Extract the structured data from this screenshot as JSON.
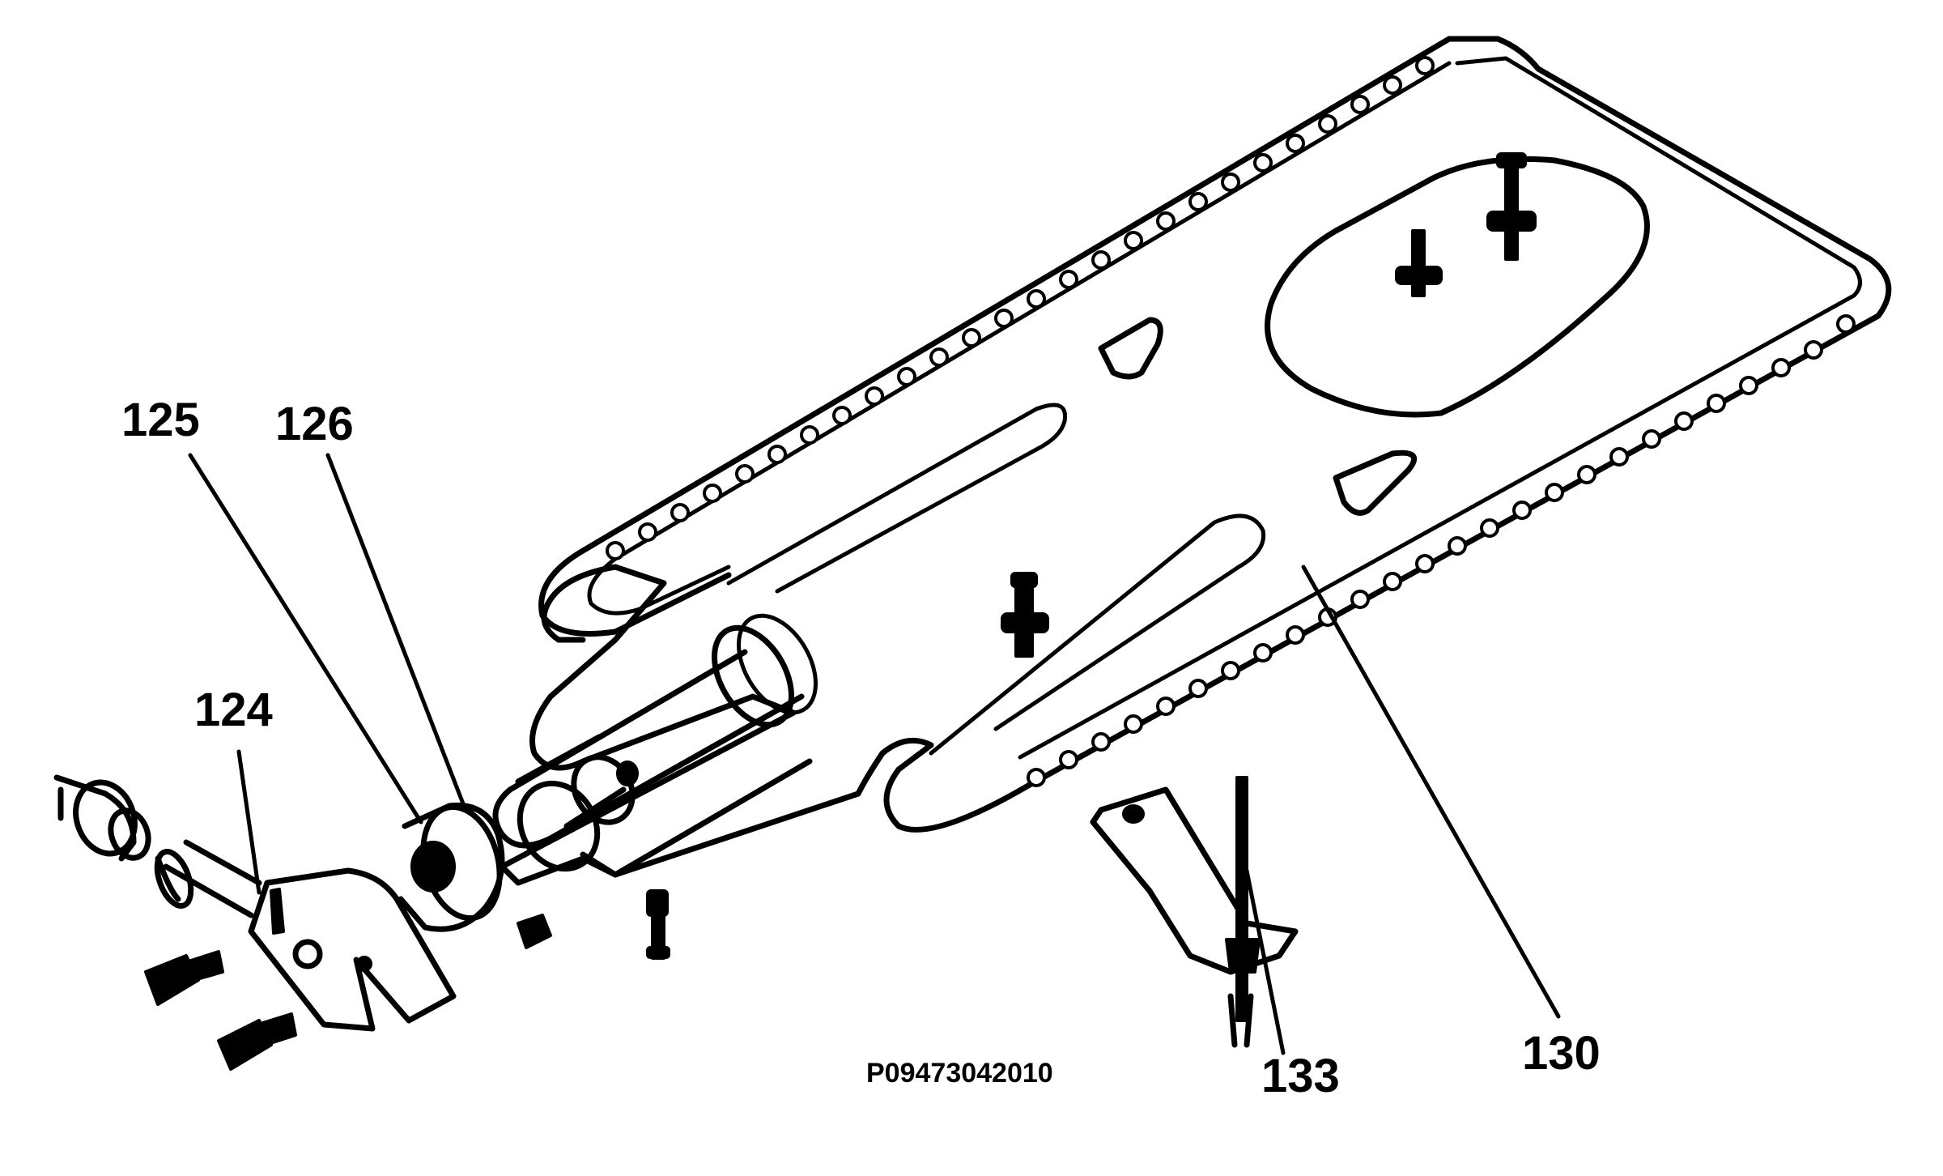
{
  "diagram": {
    "drawing_code": "P09473042010",
    "callouts": [
      {
        "id": "124",
        "label": "124"
      },
      {
        "id": "125",
        "label": "125"
      },
      {
        "id": "126",
        "label": "126"
      },
      {
        "id": "130",
        "label": "130"
      },
      {
        "id": "133",
        "label": "133"
      }
    ]
  }
}
